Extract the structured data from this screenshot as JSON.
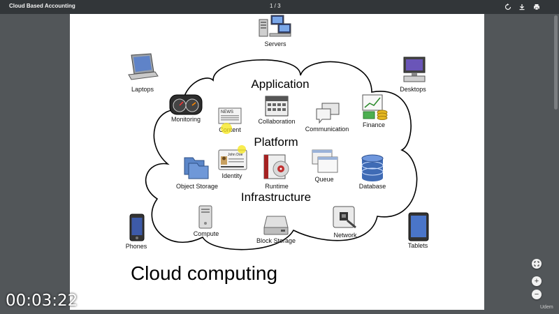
{
  "toolbar": {
    "title": "Cloud Based Accounting",
    "page_indicator": "1 / 3"
  },
  "diagram": {
    "sections": {
      "application": "Application",
      "platform": "Platform",
      "infrastructure": "Infrastructure"
    },
    "outer_labels": {
      "servers": "Servers",
      "laptops": "Laptops",
      "desktops": "Desktops",
      "phones": "Phones",
      "tablets": "Tablets"
    },
    "application_items": {
      "monitoring": "Monitoring",
      "content": "Content",
      "collaboration": "Collaboration",
      "communication": "Communication",
      "finance": "Finance"
    },
    "platform_items": {
      "object_storage": "Object Storage",
      "identity": "Identity",
      "runtime": "Runtime",
      "queue": "Queue",
      "database": "Database"
    },
    "infrastructure_items": {
      "compute": "Compute",
      "block_storage": "Block Storage",
      "network": "Network"
    },
    "icon_text": {
      "news": "NEWS",
      "badge_name": "John Doe"
    },
    "caption": "Cloud computing"
  },
  "video": {
    "timestamp": "00:03:22",
    "watermark": "Udem"
  },
  "colors": {
    "toolbar_bg": "#323639",
    "viewer_bg": "#525659",
    "page_bg": "#ffffff",
    "cursor_highlight": "#f5e616"
  }
}
